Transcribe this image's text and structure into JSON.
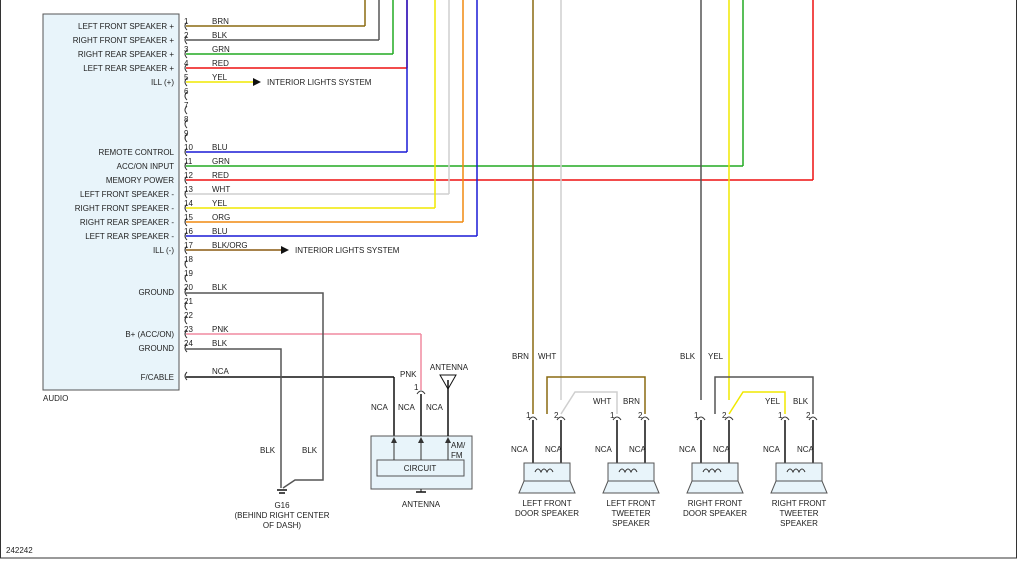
{
  "diagram_id": "242242",
  "audio": {
    "label": "AUDIO",
    "pins": [
      {
        "num": "1",
        "name": "LEFT FRONT SPEAKER +",
        "wire": "BRN",
        "color": "#8a6a10"
      },
      {
        "num": "2",
        "name": "RIGHT FRONT SPEAKER +",
        "wire": "BLK",
        "color": "#555555"
      },
      {
        "num": "3",
        "name": "RIGHT REAR SPEAKER +",
        "wire": "GRN",
        "color": "#22aa22"
      },
      {
        "num": "4",
        "name": "LEFT REAR SPEAKER +",
        "wire": "RED",
        "color": "#ee1111"
      },
      {
        "num": "5",
        "name": "ILL (+)",
        "wire": "YEL",
        "color": "#f0e800"
      },
      {
        "num": "6",
        "name": "",
        "wire": "",
        "color": ""
      },
      {
        "num": "7",
        "name": "",
        "wire": "",
        "color": ""
      },
      {
        "num": "8",
        "name": "",
        "wire": "",
        "color": ""
      },
      {
        "num": "9",
        "name": "",
        "wire": "",
        "color": ""
      },
      {
        "num": "10",
        "name": "REMOTE CONTROL",
        "wire": "BLU",
        "color": "#1a1ad6"
      },
      {
        "num": "11",
        "name": "ACC/ON INPUT",
        "wire": "GRN",
        "color": "#22aa22"
      },
      {
        "num": "12",
        "name": "MEMORY POWER",
        "wire": "RED",
        "color": "#ee1111"
      },
      {
        "num": "13",
        "name": "LEFT FRONT SPEAKER -",
        "wire": "WHT",
        "color": "#cfcfcf"
      },
      {
        "num": "14",
        "name": "RIGHT FRONT SPEAKER -",
        "wire": "YEL",
        "color": "#f0e800"
      },
      {
        "num": "15",
        "name": "RIGHT REAR SPEAKER -",
        "wire": "ORG",
        "color": "#f08a10"
      },
      {
        "num": "16",
        "name": "LEFT REAR SPEAKER -",
        "wire": "BLU",
        "color": "#1a1ad6"
      },
      {
        "num": "17",
        "name": "ILL (-)",
        "wire": "BLK/ORG",
        "color": "#8a5a10"
      },
      {
        "num": "18",
        "name": "",
        "wire": "",
        "color": ""
      },
      {
        "num": "19",
        "name": "",
        "wire": "",
        "color": ""
      },
      {
        "num": "20",
        "name": "GROUND",
        "wire": "BLK",
        "color": "#555555"
      },
      {
        "num": "21",
        "name": "",
        "wire": "",
        "color": ""
      },
      {
        "num": "22",
        "name": "",
        "wire": "",
        "color": ""
      },
      {
        "num": "23",
        "name": "B+ (ACC/ON)",
        "wire": "PNK",
        "color": "#f08aa0"
      },
      {
        "num": "24",
        "name": "GROUND",
        "wire": "BLK",
        "color": "#555555"
      }
    ],
    "fcable": {
      "name": "F/CABLE",
      "wire": "NCA"
    }
  },
  "interior_lights": "INTERIOR LIGHTS SYSTEM",
  "ground": {
    "id": "G16",
    "wire_a": "BLK",
    "wire_b": "BLK",
    "location": [
      "(BEHIND RIGHT CENTER",
      "OF DASH)"
    ]
  },
  "antenna_module": {
    "top_label": "ANTENNA",
    "pin1": "1",
    "pink_wire": "PNK",
    "nca_labels": [
      "NCA",
      "NCA",
      "NCA"
    ],
    "band": [
      "AM/",
      "FM"
    ],
    "circuit": "CIRCUIT",
    "bottom_label": "ANTENNA"
  },
  "speakers": [
    {
      "name": [
        "LEFT FRONT",
        "DOOR SPEAKER"
      ],
      "pins": [
        "1",
        "2"
      ],
      "nca": [
        "NCA",
        "NCA"
      ]
    },
    {
      "name": [
        "LEFT FRONT",
        "TWEETER",
        "SPEAKER"
      ],
      "pins": [
        "1",
        "2"
      ],
      "nca": [
        "NCA",
        "NCA"
      ]
    },
    {
      "name": [
        "RIGHT FRONT",
        "DOOR SPEAKER"
      ],
      "pins": [
        "1",
        "2"
      ],
      "nca": [
        "NCA",
        "NCA"
      ]
    },
    {
      "name": [
        "RIGHT FRONT",
        "TWEETER",
        "SPEAKER"
      ],
      "pins": [
        "1",
        "2"
      ],
      "nca": [
        "NCA",
        "NCA"
      ]
    }
  ],
  "left_speaker_wires": {
    "a": "BRN",
    "b": "WHT",
    "tweeter_a": "WHT",
    "tweeter_b": "BRN"
  },
  "right_speaker_wires": {
    "a": "BLK",
    "b": "YEL",
    "tweeter_a": "YEL",
    "tweeter_b": "BLK"
  }
}
